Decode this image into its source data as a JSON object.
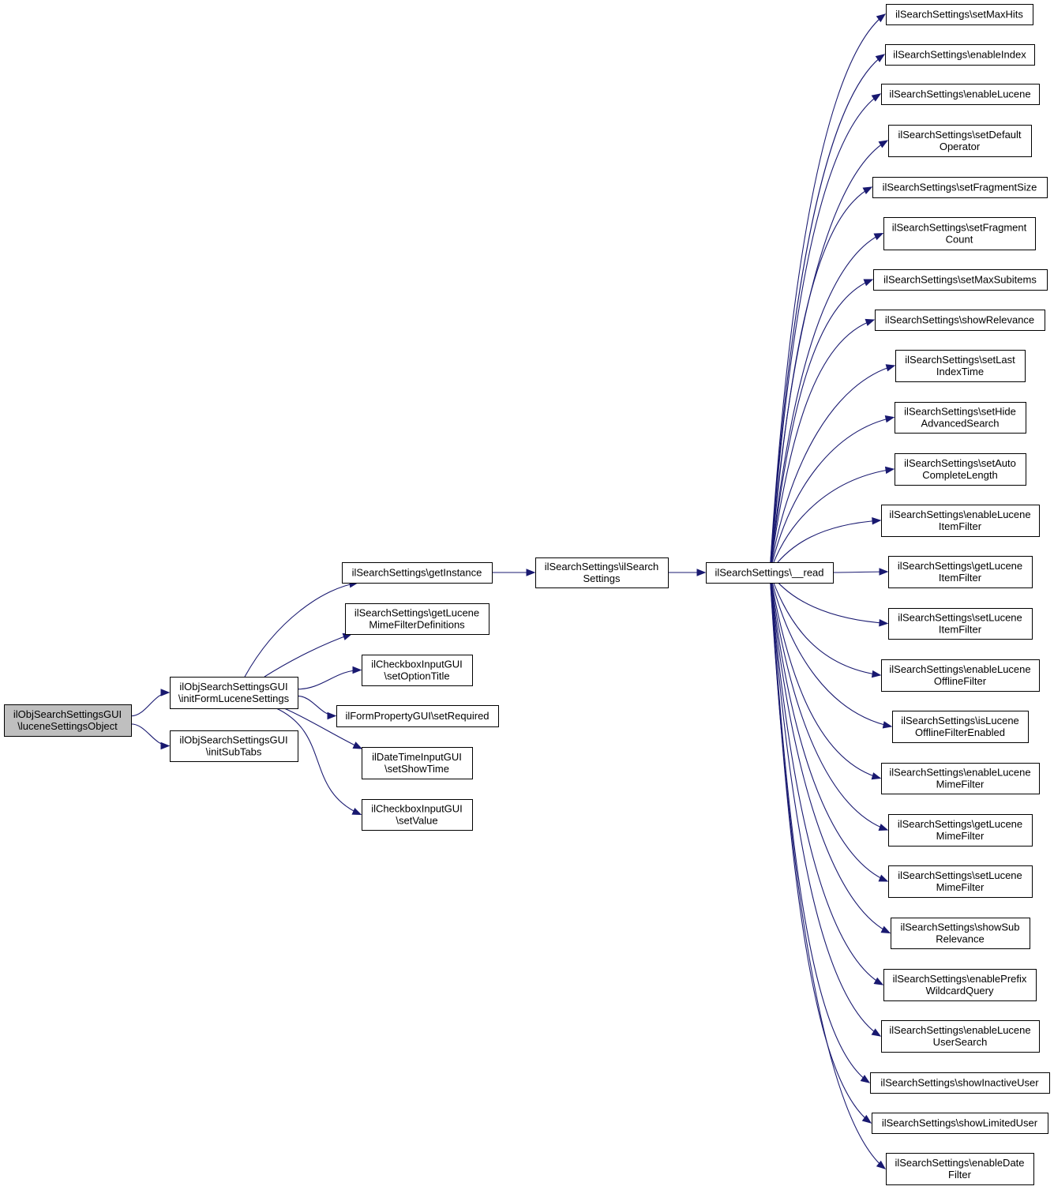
{
  "graph": {
    "nodes": [
      {
        "id": "lucene",
        "lines": [
          "ilObjSearchSettingsGUI",
          "\\luceneSettingsObject"
        ],
        "root": true
      },
      {
        "id": "initForm",
        "lines": [
          "ilObjSearchSettingsGUI",
          "\\initFormLuceneSettings"
        ]
      },
      {
        "id": "initSub",
        "lines": [
          "ilObjSearchSettingsGUI",
          "\\initSubTabs"
        ]
      },
      {
        "id": "getInstance",
        "lines": [
          "ilSearchSettings\\getInstance"
        ]
      },
      {
        "id": "getMime",
        "lines": [
          "ilSearchSettings\\getLucene",
          "MimeFilterDefinitions"
        ]
      },
      {
        "id": "setOptTitle",
        "lines": [
          "ilCheckboxInputGUI",
          "\\setOptionTitle"
        ]
      },
      {
        "id": "setRequired",
        "lines": [
          "ilFormPropertyGUI\\setRequired"
        ]
      },
      {
        "id": "setShowTime",
        "lines": [
          "ilDateTimeInputGUI",
          "\\setShowTime"
        ]
      },
      {
        "id": "setValue",
        "lines": [
          "ilCheckboxInputGUI",
          "\\setValue"
        ]
      },
      {
        "id": "ctor",
        "lines": [
          "ilSearchSettings\\ilSearch",
          "Settings"
        ]
      },
      {
        "id": "read",
        "lines": [
          "ilSearchSettings\\__read"
        ]
      },
      {
        "id": "t0",
        "lines": [
          "ilSearchSettings\\setMaxHits"
        ]
      },
      {
        "id": "t1",
        "lines": [
          "ilSearchSettings\\enableIndex"
        ]
      },
      {
        "id": "t2",
        "lines": [
          "ilSearchSettings\\enableLucene"
        ]
      },
      {
        "id": "t3",
        "lines": [
          "ilSearchSettings\\setDefault",
          "Operator"
        ]
      },
      {
        "id": "t4",
        "lines": [
          "ilSearchSettings\\setFragmentSize"
        ]
      },
      {
        "id": "t5",
        "lines": [
          "ilSearchSettings\\setFragment",
          "Count"
        ]
      },
      {
        "id": "t6",
        "lines": [
          "ilSearchSettings\\setMaxSubitems"
        ]
      },
      {
        "id": "t7",
        "lines": [
          "ilSearchSettings\\showRelevance"
        ]
      },
      {
        "id": "t8",
        "lines": [
          "ilSearchSettings\\setLast",
          "IndexTime"
        ]
      },
      {
        "id": "t9",
        "lines": [
          "ilSearchSettings\\setHide",
          "AdvancedSearch"
        ]
      },
      {
        "id": "t10",
        "lines": [
          "ilSearchSettings\\setAuto",
          "CompleteLength"
        ]
      },
      {
        "id": "t11",
        "lines": [
          "ilSearchSettings\\enableLucene",
          "ItemFilter"
        ]
      },
      {
        "id": "t12",
        "lines": [
          "ilSearchSettings\\getLucene",
          "ItemFilter"
        ]
      },
      {
        "id": "t13",
        "lines": [
          "ilSearchSettings\\setLucene",
          "ItemFilter"
        ]
      },
      {
        "id": "t14",
        "lines": [
          "ilSearchSettings\\enableLucene",
          "OfflineFilter"
        ]
      },
      {
        "id": "t15",
        "lines": [
          "ilSearchSettings\\isLucene",
          "OfflineFilterEnabled"
        ]
      },
      {
        "id": "t16",
        "lines": [
          "ilSearchSettings\\enableLucene",
          "MimeFilter"
        ]
      },
      {
        "id": "t17",
        "lines": [
          "ilSearchSettings\\getLucene",
          "MimeFilter"
        ]
      },
      {
        "id": "t18",
        "lines": [
          "ilSearchSettings\\setLucene",
          "MimeFilter"
        ]
      },
      {
        "id": "t19",
        "lines": [
          "ilSearchSettings\\showSub",
          "Relevance"
        ]
      },
      {
        "id": "t20",
        "lines": [
          "ilSearchSettings\\enablePrefix",
          "WildcardQuery"
        ]
      },
      {
        "id": "t21",
        "lines": [
          "ilSearchSettings\\enableLucene",
          "UserSearch"
        ]
      },
      {
        "id": "t22",
        "lines": [
          "ilSearchSettings\\showInactiveUser"
        ]
      },
      {
        "id": "t23",
        "lines": [
          "ilSearchSettings\\showLimitedUser"
        ]
      },
      {
        "id": "t24",
        "lines": [
          "ilSearchSettings\\enableDate",
          "Filter"
        ]
      }
    ],
    "edges": [
      [
        "lucene",
        "initForm"
      ],
      [
        "lucene",
        "initSub"
      ],
      [
        "initForm",
        "getInstance"
      ],
      [
        "initForm",
        "getMime"
      ],
      [
        "initForm",
        "setOptTitle"
      ],
      [
        "initForm",
        "setRequired"
      ],
      [
        "initForm",
        "setShowTime"
      ],
      [
        "initForm",
        "setValue"
      ],
      [
        "getInstance",
        "ctor"
      ],
      [
        "ctor",
        "read"
      ],
      [
        "read",
        "t0"
      ],
      [
        "read",
        "t1"
      ],
      [
        "read",
        "t2"
      ],
      [
        "read",
        "t3"
      ],
      [
        "read",
        "t4"
      ],
      [
        "read",
        "t5"
      ],
      [
        "read",
        "t6"
      ],
      [
        "read",
        "t7"
      ],
      [
        "read",
        "t8"
      ],
      [
        "read",
        "t9"
      ],
      [
        "read",
        "t10"
      ],
      [
        "read",
        "t11"
      ],
      [
        "read",
        "t12"
      ],
      [
        "read",
        "t13"
      ],
      [
        "read",
        "t14"
      ],
      [
        "read",
        "t15"
      ],
      [
        "read",
        "t16"
      ],
      [
        "read",
        "t17"
      ],
      [
        "read",
        "t18"
      ],
      [
        "read",
        "t19"
      ],
      [
        "read",
        "t20"
      ],
      [
        "read",
        "t21"
      ],
      [
        "read",
        "t22"
      ],
      [
        "read",
        "t23"
      ],
      [
        "read",
        "t24"
      ]
    ],
    "colors": {
      "edge": "#191970",
      "root_fill": "#bfbfbf",
      "node_fill": "#ffffff",
      "border": "#000000"
    }
  }
}
